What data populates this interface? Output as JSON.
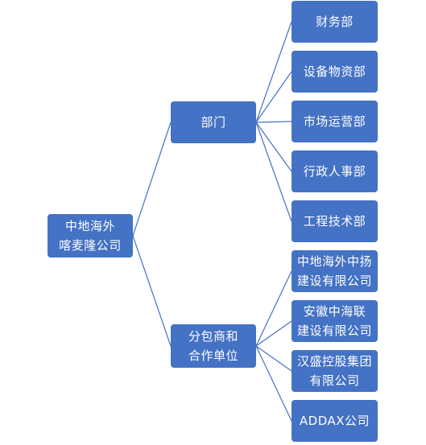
{
  "diagram": {
    "root": {
      "label": "中地海外\n喀麦隆公司"
    },
    "branches": [
      {
        "label": "部门",
        "children": [
          "财务部",
          "设备物资部",
          "市场运营部",
          "行政人事部",
          "工程技术部"
        ]
      },
      {
        "label": "分包商和\n合作单位",
        "children": [
          "中地海外中扬\n建设有限公司",
          "安徽中海联\n建设有限公司",
          "汉盛控股集团\n有限公司",
          "ADDAX公司"
        ]
      }
    ]
  },
  "colors": {
    "node_fill": "#4472c4",
    "connector": "#4472c4",
    "text": "#ffffff"
  }
}
